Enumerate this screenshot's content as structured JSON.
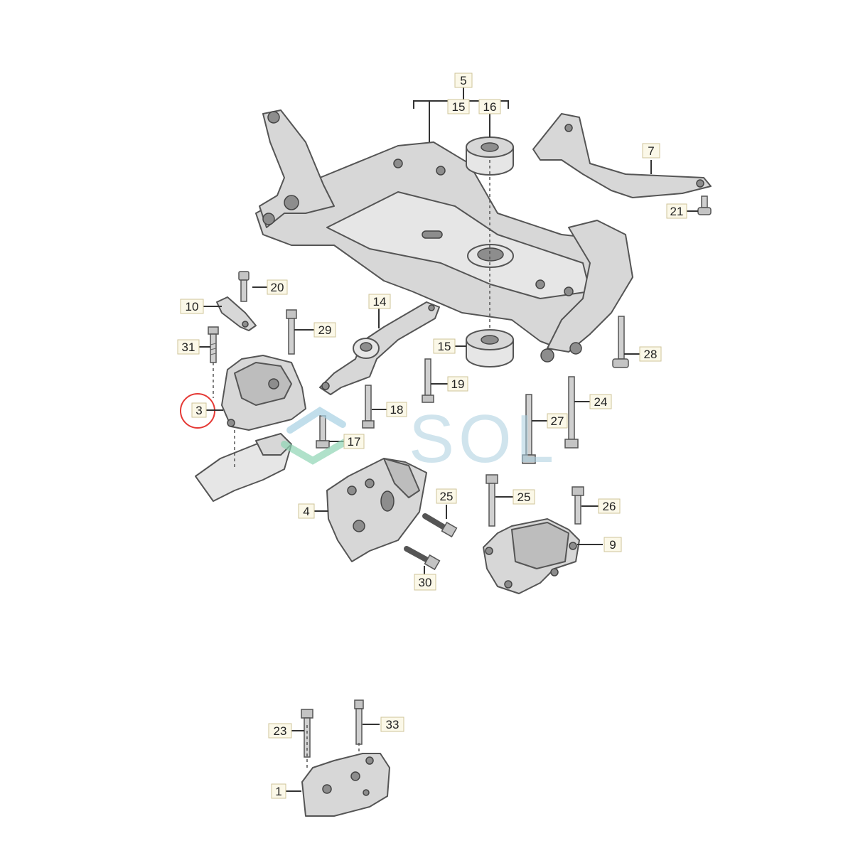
{
  "watermark": {
    "text": "SOL",
    "color": "#aacfe0"
  },
  "highlight_color": "#e53935",
  "callouts": {
    "c1": "1",
    "c3": "3",
    "c4": "4",
    "c5": "5",
    "c7": "7",
    "c9": "9",
    "c10": "10",
    "c14": "14",
    "c15_top": "15",
    "c15_mid": "15",
    "c16": "16",
    "c17": "17",
    "c18": "18",
    "c19": "19",
    "c20": "20",
    "c21": "21",
    "c23": "23",
    "c24": "24",
    "c25_left": "25",
    "c25_right": "25",
    "c26": "26",
    "c27": "27",
    "c28": "28",
    "c29": "29",
    "c30": "30",
    "c31": "31",
    "c33": "33"
  },
  "icons": {
    "subframe": "subframe-icon",
    "engine_mount": "engine-mount-icon",
    "bolt": "bolt-icon"
  }
}
